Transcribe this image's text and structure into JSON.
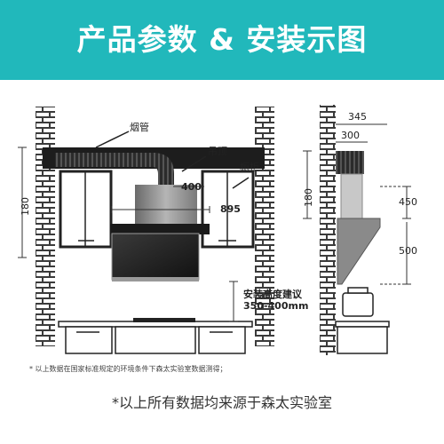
{
  "header": {
    "title": "产品参数 & 安装示图",
    "bg_color": "#21b8bb"
  },
  "labels": {
    "duct": "烟管",
    "ceiling": "吊顶",
    "cabinet": "橱柜",
    "front_180": "180",
    "width_400": "400",
    "width_895": "895",
    "install_height_title": "安装高度建议",
    "install_height_value": "350-400mm",
    "side_345": "345",
    "side_300": "300",
    "side_180": "180",
    "side_450": "450",
    "side_500": "500"
  },
  "notes": {
    "small": "* 以上数据在国家标准规定的环境条件下森太实验室数据测得；",
    "footer": "*以上所有数据均来源于森太实验室"
  }
}
